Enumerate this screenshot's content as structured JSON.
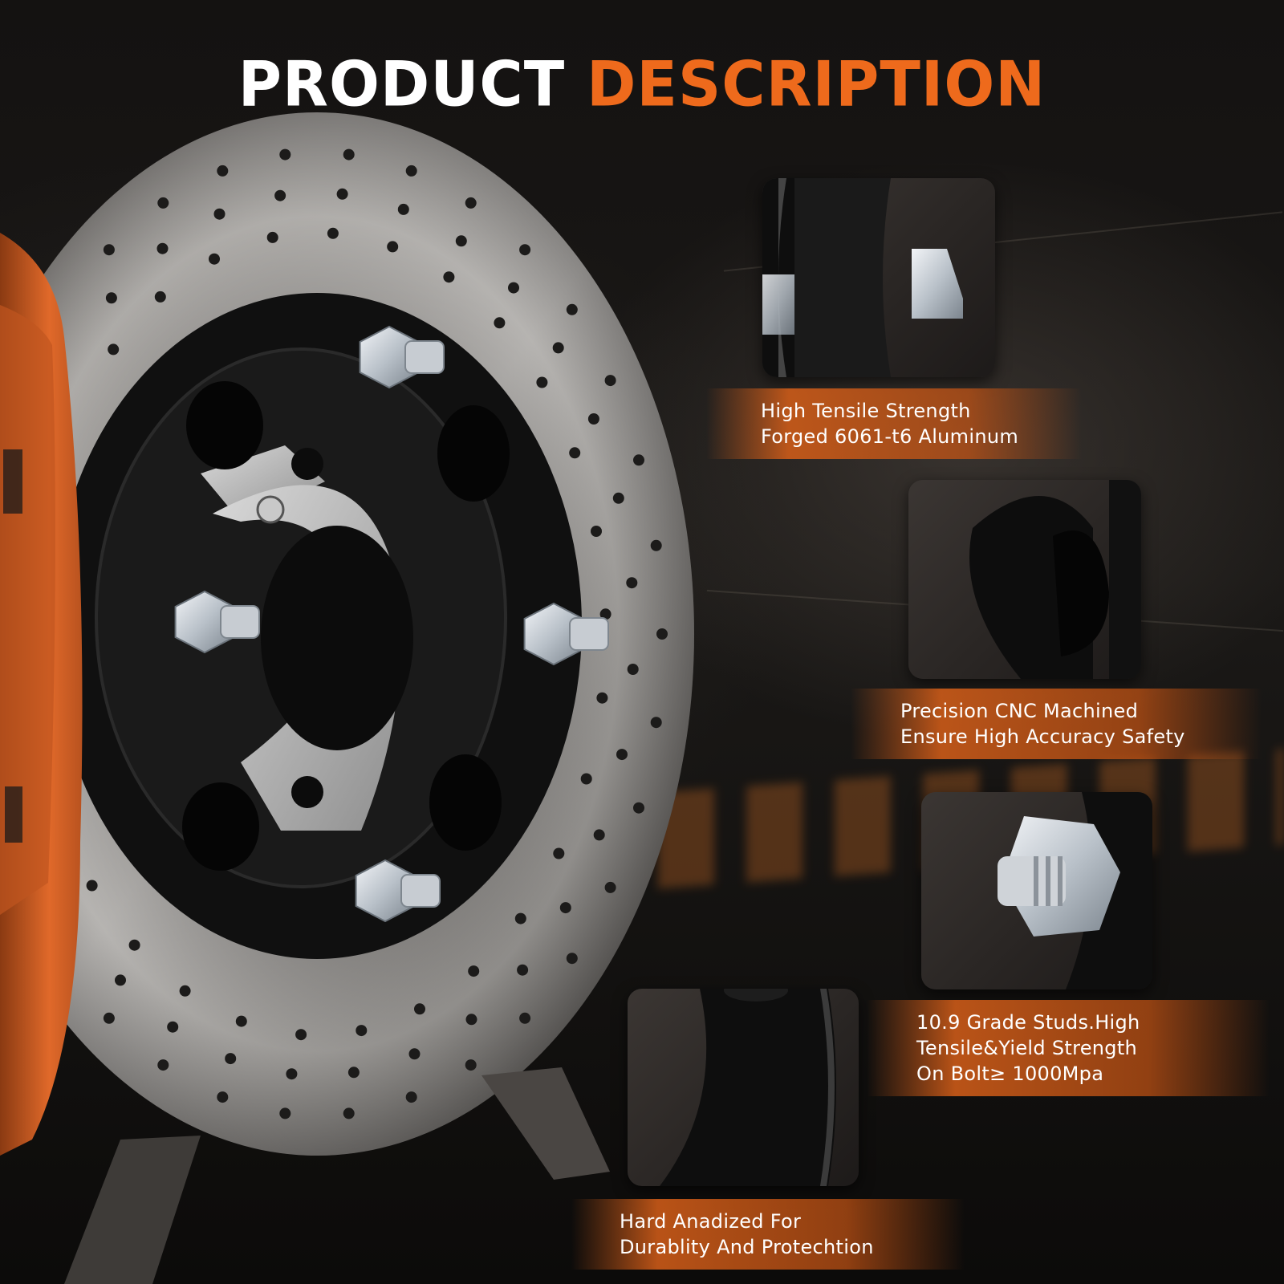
{
  "title": {
    "part1": "PRODUCT",
    "part2": "DESCRIPTION"
  },
  "colors": {
    "accent": "#ee6a1c",
    "caliper": "#d8652a",
    "spacer": "#151515",
    "rotor": "#6e6b68"
  },
  "features": [
    {
      "line1": "High Tensile Strength",
      "line2": "Forged 6061-t6 Aluminum"
    },
    {
      "line1": "Precision CNC Machined",
      "line2": "Ensure High Accuracy Safety"
    },
    {
      "line1": "10.9 Grade Studs.High",
      "line2": "Tensile&Yield Strength",
      "line3": "On Bolt≥ 1000Mpa"
    },
    {
      "line1": "Hard Anadized For",
      "line2": "Durablity And Protechtion"
    }
  ]
}
